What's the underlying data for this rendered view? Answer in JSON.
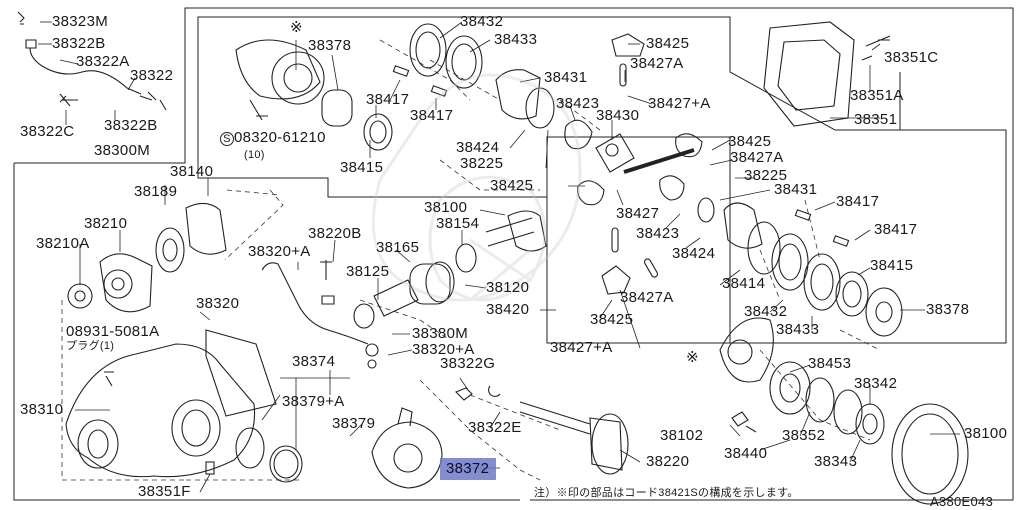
{
  "diagram": {
    "drawing_id": "A380E043",
    "note": "注）※印の部品はコード38421Sの構成を示します。",
    "highlighted_part": "38372",
    "labels": [
      "38323M",
      "38322B",
      "38322A",
      "38322",
      "38322C",
      "38322B",
      "38300M",
      "38378",
      "38432",
      "38433",
      "38425",
      "38431",
      "38427A",
      "38427+A",
      "38417",
      "38417",
      "38423",
      "38430",
      "38424",
      "38225",
      "※",
      "08320-61210",
      "(10)",
      "38415",
      "38425",
      "38427A",
      "38140",
      "38189",
      "38210",
      "38210A",
      "38425",
      "38225",
      "38431",
      "38417",
      "38417",
      "38100",
      "38154",
      "38220B",
      "38165",
      "38427",
      "38423",
      "38424",
      "38320+A",
      "38125",
      "38120",
      "38414",
      "38415",
      "38432",
      "38378",
      "38433",
      "38320",
      "38420",
      "38427A",
      "08931-5081A",
      "プラグ(1)",
      "38380M",
      "38425",
      "38320+A",
      "38374",
      "38427+A",
      "※",
      "38453",
      "38322G",
      "38342",
      "38310",
      "38379+A",
      "38379",
      "38322E",
      "38102",
      "38352",
      "38100",
      "38440",
      "38343",
      "38220",
      "38351F",
      "38372",
      "38351C",
      "38351A",
      "38351",
      "S"
    ]
  }
}
